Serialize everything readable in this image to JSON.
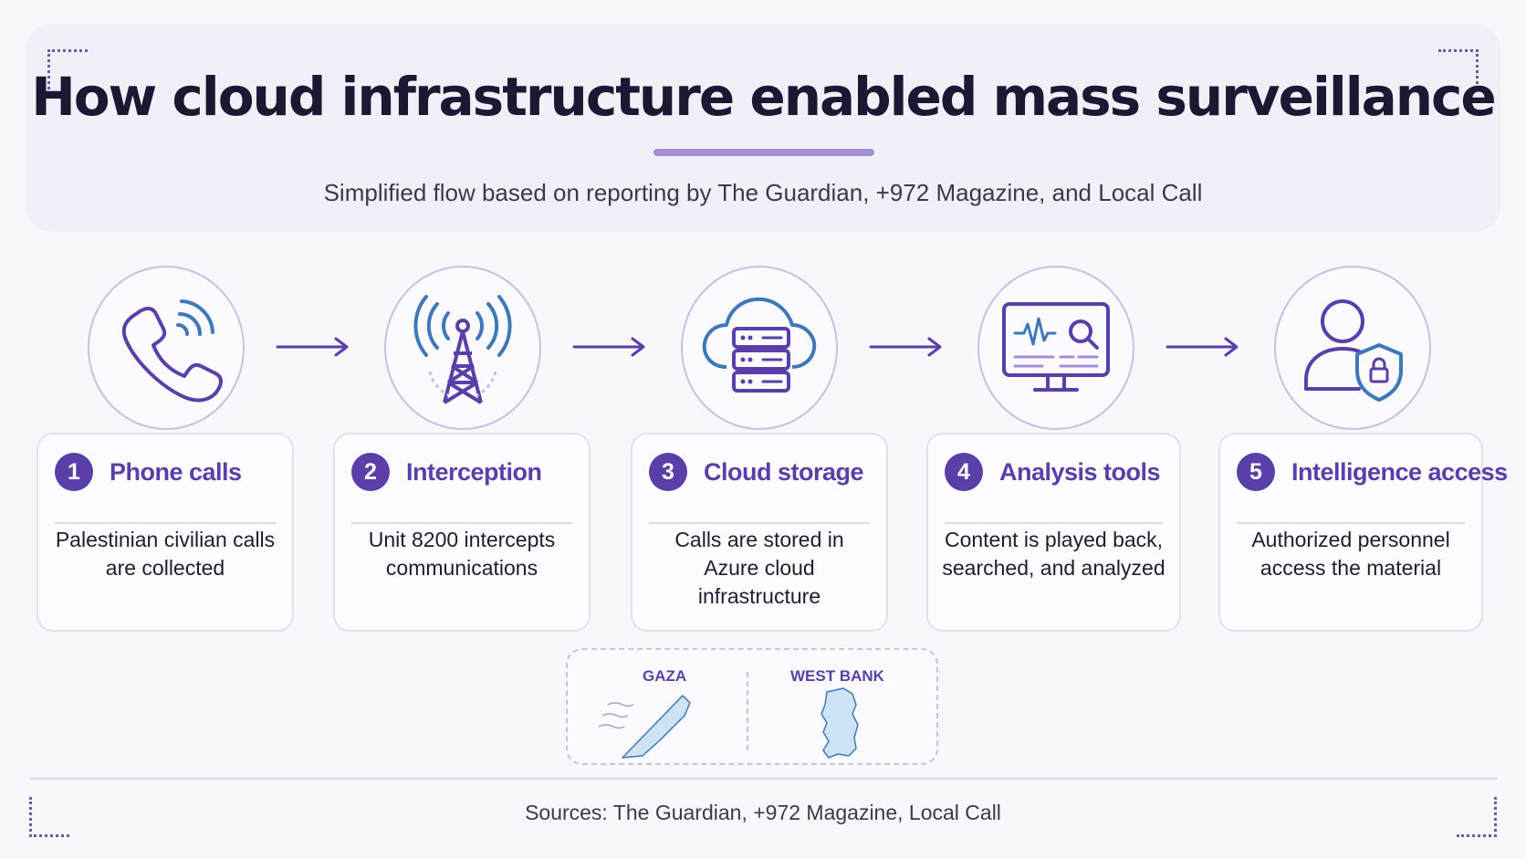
{
  "title": "How cloud infrastructure enabled mass surveillance",
  "subtitle": "Simplified flow based on reporting by The Guardian, +972 Magazine, and Local Call",
  "steps": [
    {
      "num": "1",
      "title": "Phone calls",
      "desc": "Palestinian civilian calls are collected",
      "icon": "phone-icon"
    },
    {
      "num": "2",
      "title": "Interception",
      "desc": "Unit 8200 intercepts communications",
      "icon": "radio-tower-icon"
    },
    {
      "num": "3",
      "title": "Cloud storage",
      "desc": "Calls are stored in Azure cloud infrastructure",
      "icon": "cloud-server-icon"
    },
    {
      "num": "4",
      "title": "Analysis tools",
      "desc": "Content is played back, searched, and analyzed",
      "icon": "monitor-search-icon"
    },
    {
      "num": "5",
      "title": "Intelligence access",
      "desc": "Authorized personnel access the material",
      "icon": "user-shield-icon"
    }
  ],
  "map": {
    "left_label": "GAZA",
    "right_label": "WEST BANK"
  },
  "sources": "Sources: The Guardian, +972 Magazine, Local Call",
  "colors": {
    "accent": "#5a3fa8",
    "icon_blue": "#3f78b8",
    "light_purple": "#a48fd7",
    "map_fill": "#cfe3f7"
  }
}
